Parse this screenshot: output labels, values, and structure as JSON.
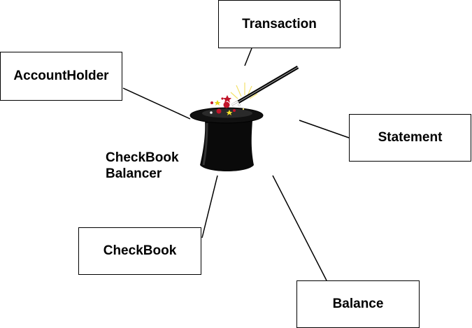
{
  "diagram": {
    "center": {
      "label_line1": "CheckBook",
      "label_line2": "Balancer",
      "icon": "magic-hat-with-wand-icon"
    },
    "boxes": {
      "transaction": "Transaction",
      "accountholder": "AccountHolder",
      "statement": "Statement",
      "checkbook": "CheckBook",
      "balance": "Balance"
    }
  }
}
